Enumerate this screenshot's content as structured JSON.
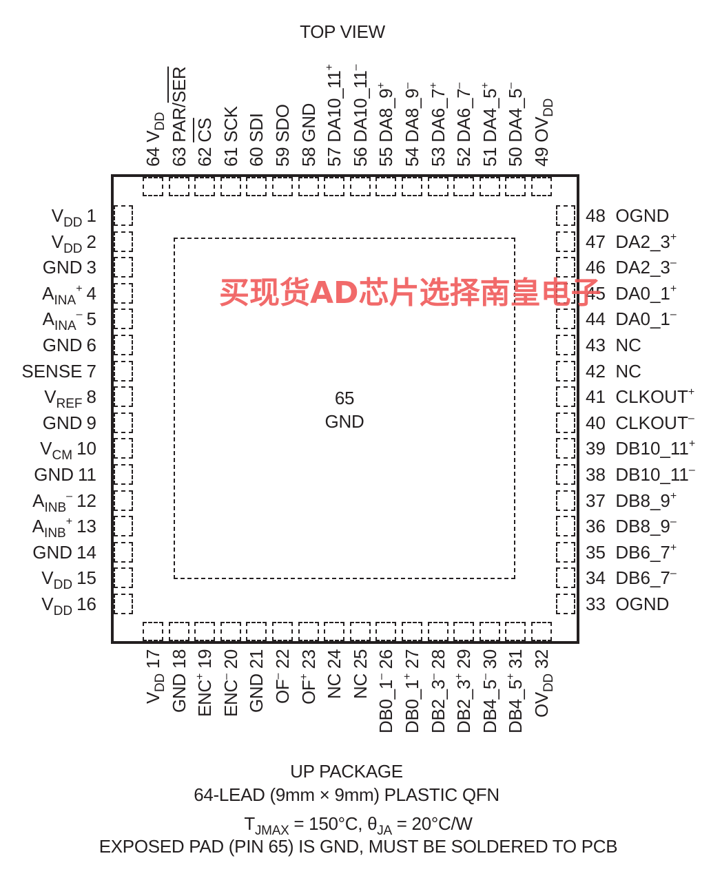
{
  "title": "TOP VIEW",
  "exposed_pad": {
    "number": "65",
    "name": "GND"
  },
  "watermark": "买现货AD芯片选择南皇电子",
  "footer": {
    "line1": "UP PACKAGE",
    "line2": "64-LEAD (9mm × 9mm) PLASTIC QFN",
    "line3_html": "T<sub>JMAX</sub> = 150°C, θ<sub>JA</sub> = 20°C/W",
    "line4": "EXPOSED PAD (PIN 65) IS GND, MUST BE SOLDERED TO PCB"
  },
  "pins_left": [
    {
      "num": "1",
      "html": "V<sub>DD</sub>"
    },
    {
      "num": "2",
      "html": "V<sub>DD</sub>"
    },
    {
      "num": "3",
      "html": "GND"
    },
    {
      "num": "4",
      "html": "A<sub>INA</sub><sup>+</sup>"
    },
    {
      "num": "5",
      "html": "A<sub>INA</sub><sup>–</sup>"
    },
    {
      "num": "6",
      "html": "GND"
    },
    {
      "num": "7",
      "html": "SENSE"
    },
    {
      "num": "8",
      "html": "V<sub>REF</sub>"
    },
    {
      "num": "9",
      "html": "GND"
    },
    {
      "num": "10",
      "html": "V<sub>CM</sub>"
    },
    {
      "num": "11",
      "html": "GND"
    },
    {
      "num": "12",
      "html": "A<sub>INB</sub><sup>–</sup>"
    },
    {
      "num": "13",
      "html": "A<sub>INB</sub><sup>+</sup>"
    },
    {
      "num": "14",
      "html": "GND"
    },
    {
      "num": "15",
      "html": "V<sub>DD</sub>"
    },
    {
      "num": "16",
      "html": "V<sub>DD</sub>"
    }
  ],
  "pins_right": [
    {
      "num": "48",
      "html": "OGND"
    },
    {
      "num": "47",
      "html": "DA2_3<sup>+</sup>"
    },
    {
      "num": "46",
      "html": "DA2_3<sup>–</sup>"
    },
    {
      "num": "45",
      "html": "DA0_1<sup>+</sup>"
    },
    {
      "num": "44",
      "html": "DA0_1<sup>–</sup>"
    },
    {
      "num": "43",
      "html": "NC"
    },
    {
      "num": "42",
      "html": "NC"
    },
    {
      "num": "41",
      "html": "CLKOUT<sup>+</sup>"
    },
    {
      "num": "40",
      "html": "CLKOUT<sup>–</sup>"
    },
    {
      "num": "39",
      "html": "DB10_11<sup>+</sup>"
    },
    {
      "num": "38",
      "html": "DB10_11<sup>–</sup>"
    },
    {
      "num": "37",
      "html": "DB8_9<sup>+</sup>"
    },
    {
      "num": "36",
      "html": "DB8_9<sup>–</sup>"
    },
    {
      "num": "35",
      "html": "DB6_7<sup>+</sup>"
    },
    {
      "num": "34",
      "html": "DB6_7<sup>–</sup>"
    },
    {
      "num": "33",
      "html": "OGND"
    }
  ],
  "pins_top": [
    {
      "num": "64",
      "html": "V<sub>DD</sub>"
    },
    {
      "num": "63",
      "html": "PAR/<span class=\"ov\">SER</span>"
    },
    {
      "num": "62",
      "html": "<span class=\"ov\">CS</span>"
    },
    {
      "num": "61",
      "html": "SCK"
    },
    {
      "num": "60",
      "html": "SDI"
    },
    {
      "num": "59",
      "html": "SDO"
    },
    {
      "num": "58",
      "html": "GND"
    },
    {
      "num": "57",
      "html": "DA10_11<sup>+</sup>"
    },
    {
      "num": "56",
      "html": "DA10_11<sup>–</sup>"
    },
    {
      "num": "55",
      "html": "DA8_9<sup>+</sup>"
    },
    {
      "num": "54",
      "html": "DA8_9<sup>–</sup>"
    },
    {
      "num": "53",
      "html": "DA6_7<sup>+</sup>"
    },
    {
      "num": "52",
      "html": "DA6_7<sup>–</sup>"
    },
    {
      "num": "51",
      "html": "DA4_5<sup>+</sup>"
    },
    {
      "num": "50",
      "html": "DA4_5<sup>–</sup>"
    },
    {
      "num": "49",
      "html": "OV<sub>DD</sub>"
    }
  ],
  "pins_bottom": [
    {
      "num": "17",
      "html": "V<sub>DD</sub>"
    },
    {
      "num": "18",
      "html": "GND"
    },
    {
      "num": "19",
      "html": "ENC<sup>+</sup>"
    },
    {
      "num": "20",
      "html": "ENC<sup>–</sup>"
    },
    {
      "num": "21",
      "html": "GND"
    },
    {
      "num": "22",
      "html": "OF<sup>–</sup>"
    },
    {
      "num": "23",
      "html": "OF<sup>+</sup>"
    },
    {
      "num": "24",
      "html": "NC"
    },
    {
      "num": "25",
      "html": "NC"
    },
    {
      "num": "26",
      "html": "DB0_1<sup>–</sup>"
    },
    {
      "num": "27",
      "html": "DB0_1<sup>+</sup>"
    },
    {
      "num": "28",
      "html": "DB2_3<sup>–</sup>"
    },
    {
      "num": "29",
      "html": "DB2_3<sup>+</sup>"
    },
    {
      "num": "30",
      "html": "DB4_5<sup>–</sup>"
    },
    {
      "num": "31",
      "html": "DB4_5<sup>+</sup>"
    },
    {
      "num": "32",
      "html": "OV<sub>DD</sub>"
    }
  ]
}
